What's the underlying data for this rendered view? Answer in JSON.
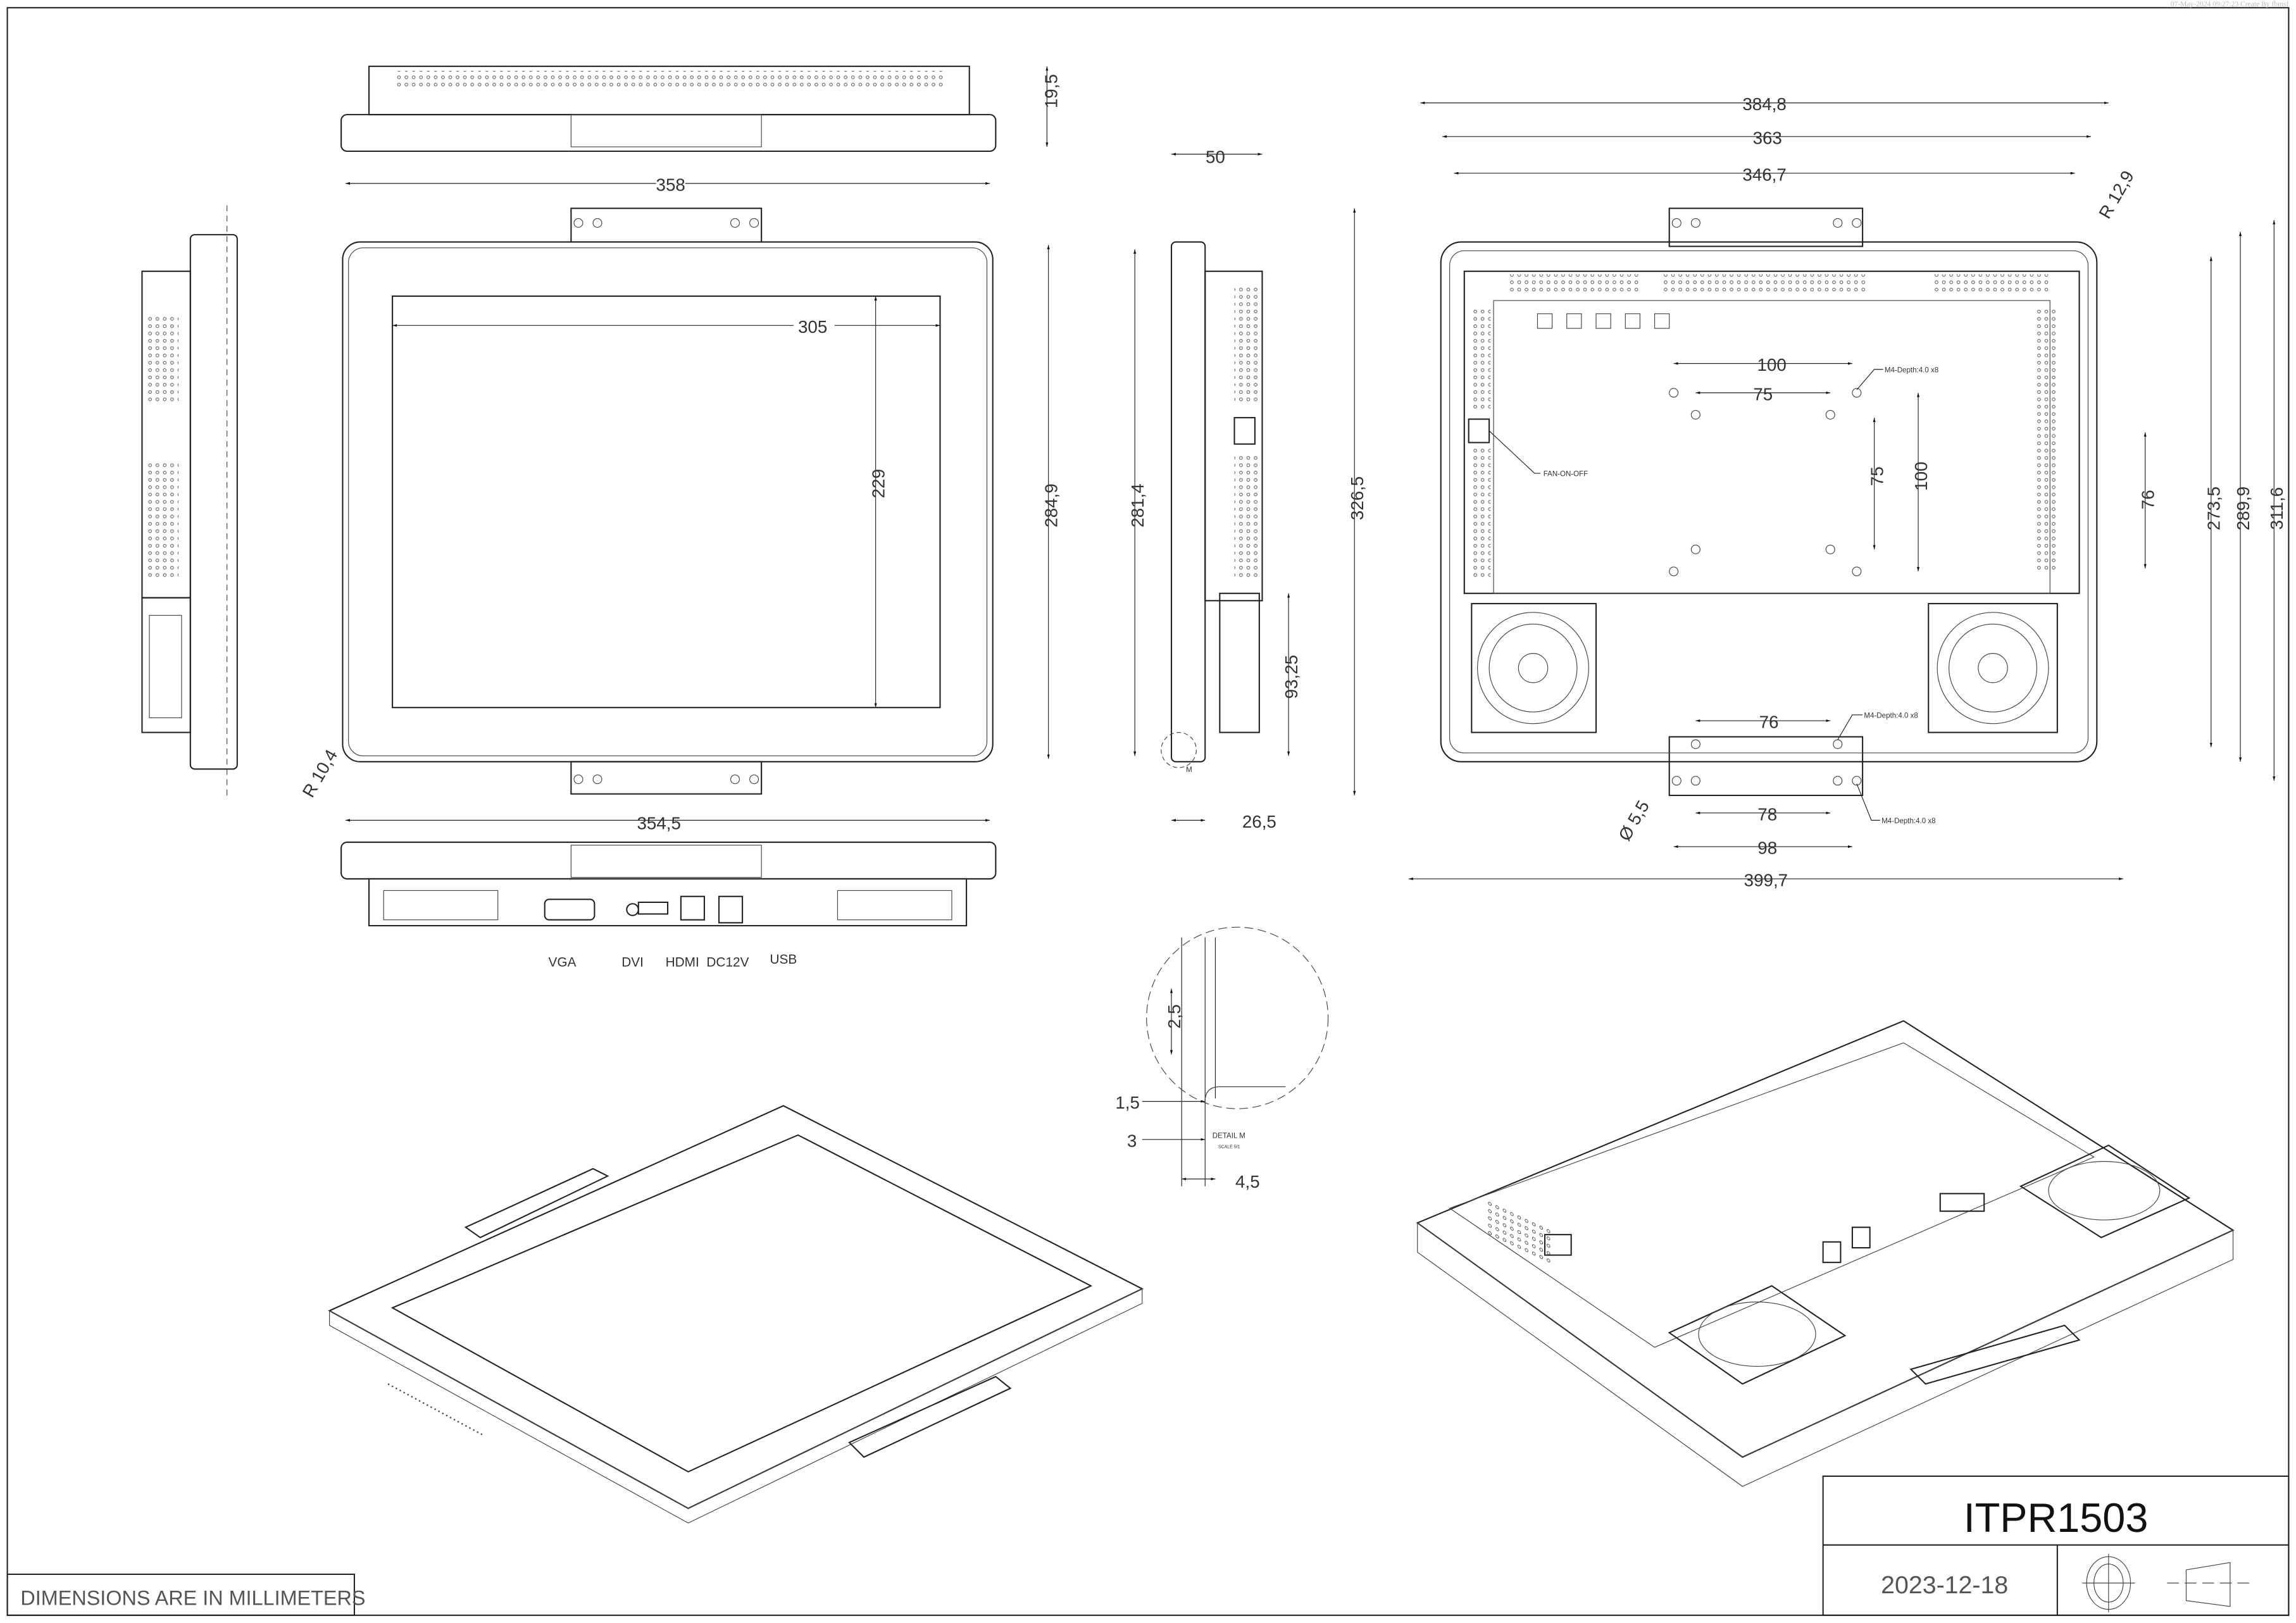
{
  "header": {
    "timestamp": "07-May-2024  09:27:23 Create By fbmsf"
  },
  "title_block": {
    "model": "ITPR1503",
    "date": "2023-12-18",
    "projection_symbol": "first-angle-projection-icon"
  },
  "note": "DIMENSIONS ARE IN MILLIMETERS",
  "top_view": {
    "depth": "19,5"
  },
  "front_view": {
    "width": "358",
    "active_width": "305",
    "active_height": "229",
    "height": "284,9",
    "radius": "R 10,4",
    "bottom_width": "354,5"
  },
  "bottom_view": {
    "ports": [
      "VGA",
      "DVI",
      "HDMI",
      "DC12V",
      "USB"
    ]
  },
  "side_view": {
    "depth": "50",
    "height": "281,4",
    "fan_height": "93,25",
    "bezel_depth": "26,5"
  },
  "back_view": {
    "overall_width": "384,8",
    "width": "363",
    "inner_width": "346,7",
    "overall_height": "326,5",
    "h1": "273,5",
    "h2": "289,9",
    "h3": "311,6",
    "radius": "R 12,9",
    "side_hole_spacing": "76",
    "vesa_100_h": "100",
    "vesa_75_h": "75",
    "vesa_75_v": "75",
    "vesa_100_v": "100",
    "fan_switch": "FAN-ON-OFF",
    "screw_note": "M4-Depth:4.0 x8",
    "bracket_76": "76",
    "bracket_78": "78",
    "bracket_98": "98",
    "hole_dia": "Ø 5,5",
    "bracket_width": "399,7"
  },
  "detail": {
    "d1": "2,5",
    "d2": "1,5",
    "d3": "3",
    "d4": "4,5",
    "title": "DETAIL M",
    "scale": "SCALE 5/1"
  }
}
